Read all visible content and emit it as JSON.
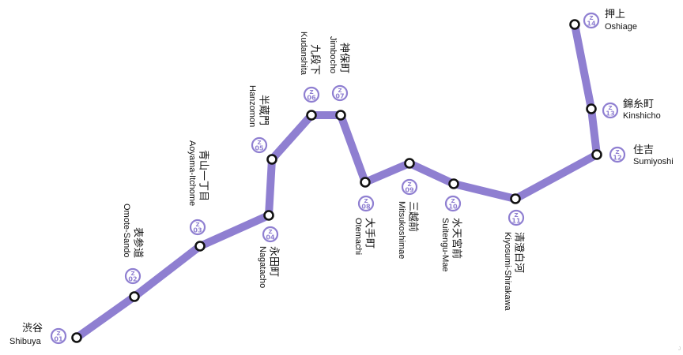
{
  "line": {
    "color": "#8f7fd1",
    "letter": "Z",
    "stations": [
      {
        "code": "01",
        "ja": "渋谷",
        "en": "Shibuya"
      },
      {
        "code": "02",
        "ja": "表参道",
        "en": "Omote-Sando"
      },
      {
        "code": "03",
        "ja": "青山一丁目",
        "en": "Aoyama-Itchome"
      },
      {
        "code": "04",
        "ja": "永田町",
        "en": "Nagatacho"
      },
      {
        "code": "05",
        "ja": "半蔵門",
        "en": "Hanzomon"
      },
      {
        "code": "06",
        "ja": "九段下",
        "en": "Kudanshita"
      },
      {
        "code": "07",
        "ja": "神保町",
        "en": "Jimbocho"
      },
      {
        "code": "08",
        "ja": "大手町",
        "en": "Otemachi"
      },
      {
        "code": "09",
        "ja": "三越前",
        "en": "Mitsukoshimae"
      },
      {
        "code": "10",
        "ja": "水天宮前",
        "en": "Suitengu-Mae"
      },
      {
        "code": "11",
        "ja": "清澄白河",
        "en": "Kiyosumi-Shirakawa"
      },
      {
        "code": "12",
        "ja": "住吉",
        "en": "Sumiyoshi"
      },
      {
        "code": "13",
        "ja": "錦糸町",
        "en": "Kinshicho"
      },
      {
        "code": "14",
        "ja": "押上",
        "en": "Oshiage"
      }
    ]
  },
  "corner_mark": "J"
}
